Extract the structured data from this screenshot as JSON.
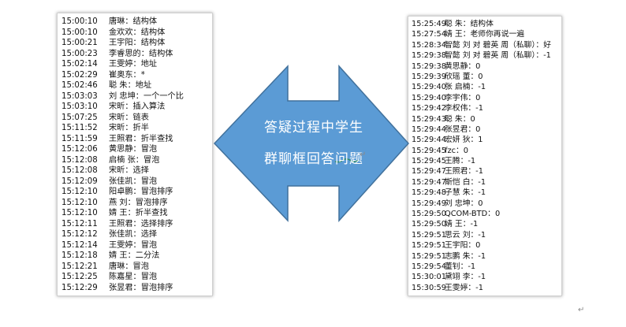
{
  "left_chat": [
    {
      "time": "15:00:10",
      "text": "唐琳：结构体"
    },
    {
      "time": "15:00:10",
      "text": "金欢欢：结构体"
    },
    {
      "time": "15:00:21",
      "text": "王宇阳：结构体"
    },
    {
      "time": "15:00:23",
      "text": "李睿思的：结构体"
    },
    {
      "time": "15:02:14",
      "text": "王雯婷：地址"
    },
    {
      "time": "15:02:29",
      "text": "崔奥东：*"
    },
    {
      "time": "15:02:46",
      "text": "聪 朱：地址"
    },
    {
      "time": "15:03:03",
      "text": "刘 忠坤：一个一个比"
    },
    {
      "time": "15:03:10",
      "text": "宋昕：插入算法"
    },
    {
      "time": "15:07:25",
      "text": "宋昕：链表"
    },
    {
      "time": "15:11:52",
      "text": "宋昕：折半"
    },
    {
      "time": "15:11:59",
      "text": "王照君：折半查找"
    },
    {
      "time": "15:12:06",
      "text": "黄思静：冒泡"
    },
    {
      "time": "15:12:08",
      "text": "启楠 张：冒泡"
    },
    {
      "time": "15:12:08",
      "text": "宋昕：选择"
    },
    {
      "time": "15:12:09",
      "text": "张佳凯：冒泡"
    },
    {
      "time": "15:12:10",
      "text": "阳卓鹏：冒泡排序"
    },
    {
      "time": "15:12:10",
      "text": "燕 刘：冒泡排序"
    },
    {
      "time": "15:12:10",
      "text": "婧 王：折半查找"
    },
    {
      "time": "15:12:11",
      "text": "王照君：选择排序"
    },
    {
      "time": "15:12:12",
      "text": "张佳凯：选择"
    },
    {
      "time": "15:12:14",
      "text": "王雯婷：冒泡"
    },
    {
      "time": "15:12:18",
      "text": "婧 王：二分法"
    },
    {
      "time": "15:12:21",
      "text": "唐琳：冒泡"
    },
    {
      "time": "15:12:25",
      "text": "陈嘉星：冒泡"
    },
    {
      "time": "15:12:29",
      "text": "张昱君：冒泡排序"
    }
  ],
  "right_chat": [
    {
      "time": "15:25:49",
      "text": "聪 朱：结构体"
    },
    {
      "time": "15:27:54",
      "text": "婧 王：老师你再说一遍"
    },
    {
      "time": "15:28:34",
      "text": "智懿 刘 对 碧英 周（私聊）：好"
    },
    {
      "time": "15:29:38",
      "text": "智懿 刘 对 碧英 周（私聊）：-1"
    },
    {
      "time": "15:29:38",
      "text": "黄思静：0"
    },
    {
      "time": "15:29:39",
      "text": "欣瑶 董：0"
    },
    {
      "time": "15:29:40",
      "text": "张 启楠：-1"
    },
    {
      "time": "15:29:40",
      "text": "李宇伟：0"
    },
    {
      "time": "15:29:42",
      "text": "李权伟：-1"
    },
    {
      "time": "15:29:43",
      "text": "聪 朱：0"
    },
    {
      "time": "15:29:44",
      "text": "张昱君：0"
    },
    {
      "time": "15:29:44",
      "text": "宏妍 狄：1"
    },
    {
      "time": "15:29:45",
      "text": "fzc：0"
    },
    {
      "time": "15:29:45",
      "text": "王腾：-1"
    },
    {
      "time": "15:29:47",
      "text": "王照君：-1"
    },
    {
      "time": "15:29:47",
      "text": "斯恺 白：-1"
    },
    {
      "time": "15:29:48",
      "text": "子慧 朱：-1"
    },
    {
      "time": "15:29:49",
      "text": "刘 忠坤：0"
    },
    {
      "time": "15:29:50",
      "text": "QCOM-BTD：0"
    },
    {
      "time": "15:29:50",
      "text": "婧 王：-1"
    },
    {
      "time": "15:29:51",
      "text": "思云 刘：-1"
    },
    {
      "time": "15:29:51",
      "text": "王宇阳：0"
    },
    {
      "time": "15:29:51",
      "text": "志鹏 朱：-1"
    },
    {
      "time": "15:29:54",
      "text": "董钊：-1"
    },
    {
      "time": "15:30:01",
      "text": "黛翊 李：-1"
    },
    {
      "time": "15:30:59",
      "text": "王雯婷：-1"
    }
  ],
  "arrow": {
    "line1": "答疑过程中学生",
    "line2": "群聊框回答问题",
    "fill_color": "#5b9bd5",
    "stroke_color": "#41719c",
    "text_color": "#ffffff"
  },
  "paragraph_mark": "↵"
}
